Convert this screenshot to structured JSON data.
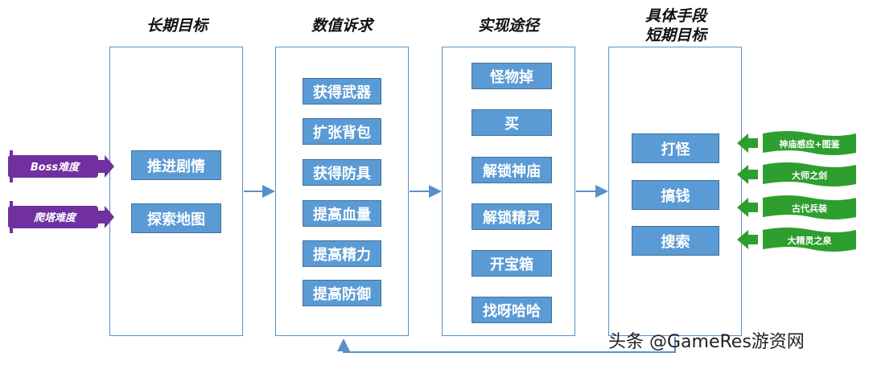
{
  "columns": [
    {
      "title": "长期目标",
      "items": [
        "推进剧情",
        "探索地图"
      ]
    },
    {
      "title": "数值诉求",
      "items": [
        "获得武器",
        "扩张背包",
        "获得防具",
        "提高血量",
        "提高精力",
        "提高防御"
      ]
    },
    {
      "title": "实现途径",
      "items": [
        "怪物掉",
        "买",
        "解锁神庙",
        "解锁精灵",
        "开宝箱",
        "找呀哈哈"
      ]
    },
    {
      "title_line1": "具体手段",
      "title_line2": "短期目标",
      "items": [
        "打怪",
        "搞钱",
        "搜索"
      ]
    }
  ],
  "inputs_left": [
    "Boss难度",
    "爬塔难度"
  ],
  "inputs_right": [
    "神庙感应+图鉴",
    "大师之剑",
    "古代兵装",
    "大精灵之泉"
  ],
  "colors": {
    "panel_border": "#5b8fc9",
    "chip_fill": "#5b9bd5",
    "purple": "#7030a0",
    "green": "#2e9e2e"
  },
  "watermark": "头条 @GameRes游资网"
}
